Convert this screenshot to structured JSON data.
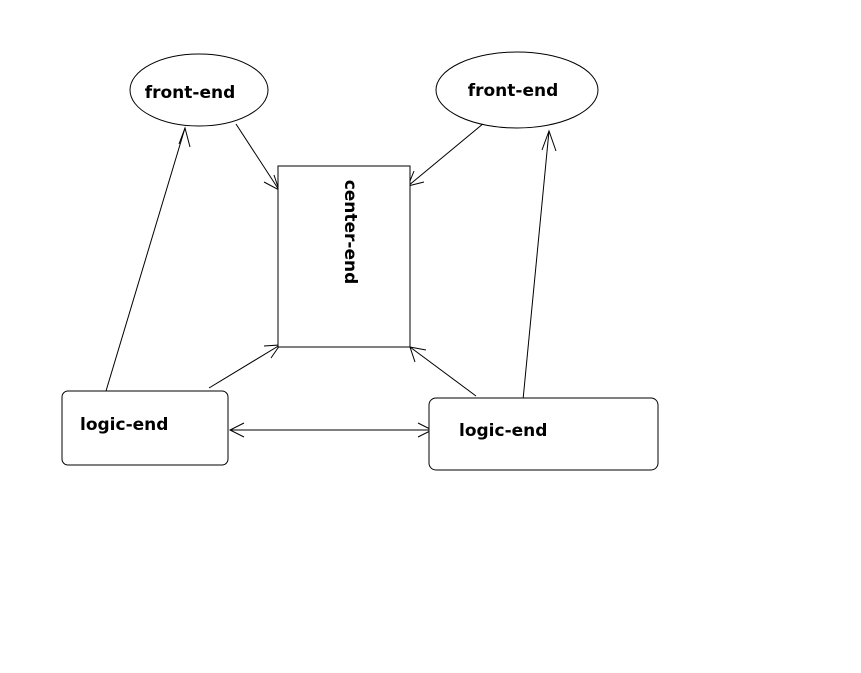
{
  "diagram": {
    "nodes": {
      "front_end_left": {
        "label": "front-end",
        "shape": "ellipse"
      },
      "front_end_right": {
        "label": "front-end",
        "shape": "ellipse"
      },
      "center_end": {
        "label": "center-end",
        "shape": "rectangle"
      },
      "logic_end_left": {
        "label": "logic-end",
        "shape": "rounded-rectangle"
      },
      "logic_end_right": {
        "label": "logic-end",
        "shape": "rounded-rectangle"
      }
    },
    "edges": [
      {
        "from": "logic_end_left",
        "to": "front_end_left",
        "direction": "forward"
      },
      {
        "from": "front_end_left",
        "to": "center_end",
        "direction": "forward"
      },
      {
        "from": "front_end_right",
        "to": "center_end",
        "direction": "forward"
      },
      {
        "from": "logic_end_right",
        "to": "front_end_right",
        "direction": "forward"
      },
      {
        "from": "logic_end_left",
        "to": "center_end",
        "direction": "forward"
      },
      {
        "from": "logic_end_right",
        "to": "center_end",
        "direction": "forward"
      },
      {
        "from": "logic_end_left",
        "to": "logic_end_right",
        "direction": "both"
      }
    ],
    "colors": {
      "stroke": "#000000",
      "background": "#ffffff"
    }
  }
}
